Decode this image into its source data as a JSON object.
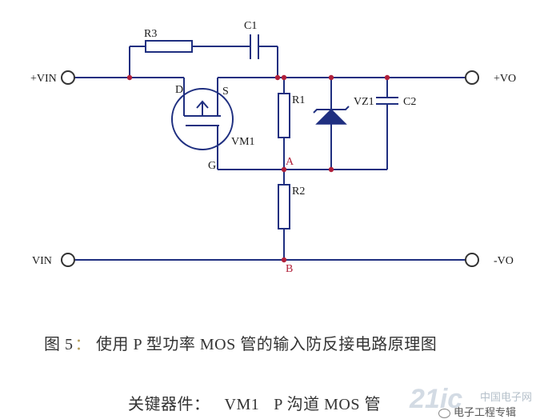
{
  "diagram": {
    "terminals": {
      "vin_pos": "+VIN",
      "vin_neg": "VIN",
      "vo_pos": "+VO",
      "vo_neg": "-VO"
    },
    "components": {
      "r1": "R1",
      "r2": "R2",
      "r3": "R3",
      "c1": "C1",
      "c2": "C2",
      "vz1": "VZ1",
      "vm1": "VM1"
    },
    "mosfet_pins": {
      "drain": "D",
      "source": "S",
      "gate": "G"
    },
    "nodes": {
      "a": "A",
      "b": "B"
    },
    "colors": {
      "wire": "#1f2f80",
      "node_dot": "#b0203a",
      "zener": "#1f2f80"
    }
  },
  "caption": {
    "fig_no": "图 5",
    "separator": "：",
    "text": "使用 P 型功率 MOS 管的输入防反接电路原理图"
  },
  "key_devices": {
    "label": "关键器件：",
    "device": "VM1",
    "desc": "P 沟道 MOS 管"
  },
  "watermark": {
    "logo": "21ic",
    "site": "中国电子网",
    "account": "电子工程专辑",
    "icon": "wechat-icon"
  }
}
